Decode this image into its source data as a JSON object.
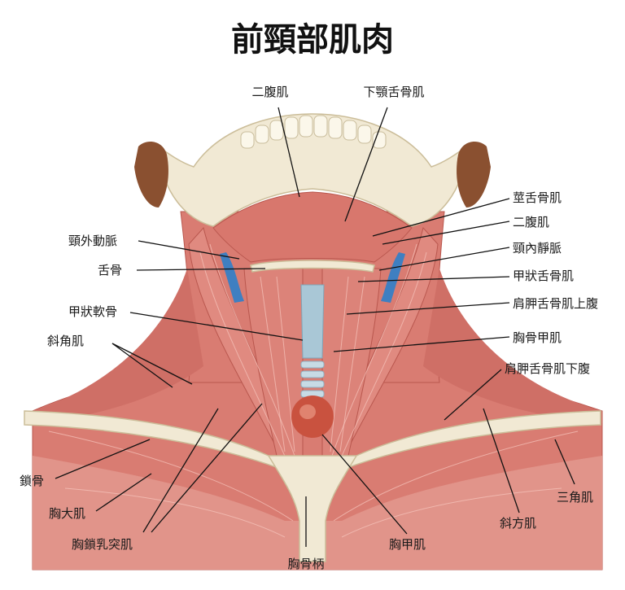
{
  "title": "前頸部肌肉",
  "labels": {
    "digastric_top": "二腹肌",
    "mylohyoid": "下顎舌骨肌",
    "stylohyoid": "莖舌骨肌",
    "digastric_right": "二腹肌",
    "internal_jugular": "頸內靜脈",
    "thyrohyoid": "甲狀舌骨肌",
    "omohyoid_superior": "肩胛舌骨肌上腹",
    "sternohyoid": "胸骨甲肌",
    "omohyoid_inferior": "肩胛舌骨肌下腹",
    "deltoid": "三角肌",
    "trapezius": "斜方肌",
    "sternothyroid": "胸甲肌",
    "manubrium": "胸骨柄",
    "sternocleidomastoid": "胸鎖乳突肌",
    "pectoralis_major": "胸大肌",
    "clavicle": "鎖骨",
    "scalene": "斜角肌",
    "thyroid_cartilage": "甲狀軟骨",
    "hyoid": "舌骨",
    "external_carotid": "頸外動脈"
  },
  "colors": {
    "muscle": "#d97c72",
    "bone": "#f1e9d4",
    "cartilage": "#a9c7d6",
    "vein": "#3f7fc1",
    "ear": "#8a5030"
  }
}
